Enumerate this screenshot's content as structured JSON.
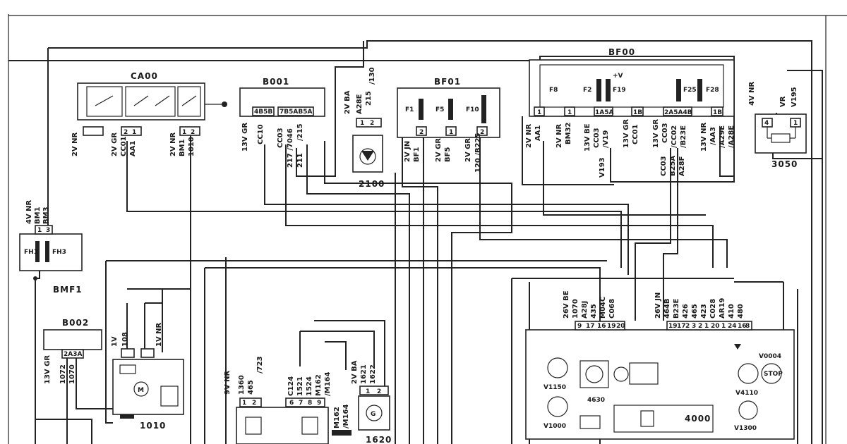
{
  "components": {
    "ca00": {
      "title": "CA00",
      "left_pins": [
        "",
        ""
      ],
      "right_pins": [
        "2",
        "1"
      ],
      "mid_pins": [
        "1",
        "2"
      ],
      "wires": [
        "2V NR",
        "2V GR",
        "CC01",
        "AA1",
        "2V NR",
        "BM1",
        "1010"
      ]
    },
    "b001": {
      "title": "B001",
      "pins_a": "4B5B",
      "pins_b": "7B5AB5A",
      "wires": [
        "13V GR",
        "CC10",
        "CC03",
        "217 /7046",
        "211",
        "/215"
      ]
    },
    "c2100": {
      "title": "2100",
      "pins": [
        "1",
        "2"
      ],
      "wires": [
        "2V BA",
        "A28E",
        "215",
        "/130"
      ]
    },
    "bf01": {
      "title": "BF01",
      "fuses": [
        "F1",
        "F5",
        "F10"
      ],
      "pins": [
        "2",
        "1",
        "2"
      ],
      "wires": [
        "2V JN",
        "BF1",
        "2V GR",
        "BF5",
        "2V GR",
        "120 /B225"
      ]
    },
    "bf00": {
      "title": "BF00",
      "fuses": [
        "F8",
        "F2",
        "F19",
        "F25",
        "F28"
      ],
      "supply": "+V",
      "pins": [
        "1",
        "1",
        "1A5A",
        "1B",
        "2A5A4B",
        "1B"
      ],
      "wires": [
        "2V NR",
        "AA1",
        "2V NR",
        "BM32",
        "13V BE",
        "CC03",
        "/V19",
        "13V GR",
        "CC01",
        "13V GR",
        "CC03",
        "/CC02",
        "/B23E",
        "13V NR",
        "/AA3",
        "/A29E",
        "/A28E",
        "V193",
        "CC03",
        "B25A",
        "A28F"
      ]
    },
    "c3050": {
      "title": "3050",
      "pins": [
        "4",
        "1"
      ],
      "wires": [
        "4V NR",
        "V195",
        "VR"
      ]
    },
    "bmf1": {
      "title": "BMF1",
      "fuses": [
        "FH1",
        "FH3"
      ],
      "pins": [
        "1",
        "3"
      ],
      "wires": [
        "4V NR",
        "BM1",
        "BM3"
      ]
    },
    "b002": {
      "title": "B002",
      "pins": "2A3A",
      "wires": [
        "13V GR",
        "1072",
        "1070"
      ]
    },
    "c1010": {
      "title": "1010",
      "wires": [
        "1V",
        "108",
        "1V NR"
      ]
    },
    "c1620": {
      "title": "1620",
      "pins": [
        "1",
        "2"
      ],
      "wires": [
        "2V BA",
        "1621",
        "1622"
      ]
    },
    "connector9": {
      "pins": [
        "1",
        "2",
        "6",
        "7",
        "8",
        "9"
      ],
      "wires": [
        "9V NR",
        "1360",
        "465",
        "/723",
        "C124",
        "1521",
        "1524",
        "M162",
        "/M164",
        "M162",
        "/M164"
      ]
    },
    "cluster": {
      "wires_left": [
        "26V BE",
        "1070",
        "A28J",
        "435",
        "M04C",
        "C068"
      ],
      "wires_right": [
        "26V JN",
        "464B",
        "B23E",
        "426",
        "465",
        "423",
        "C028",
        "AR19",
        "410",
        "480"
      ],
      "pins_left": [
        "9",
        "17",
        "16",
        "19",
        "20"
      ],
      "pins_right": [
        "19",
        "17",
        "2",
        "3",
        "2",
        "1",
        "20",
        "1",
        "24",
        "16",
        "8"
      ],
      "parts": [
        "V1150",
        "4630",
        "V1000",
        "4000",
        "V4110",
        "V0004",
        "V1300"
      ],
      "badges": [
        "STOP"
      ]
    }
  }
}
